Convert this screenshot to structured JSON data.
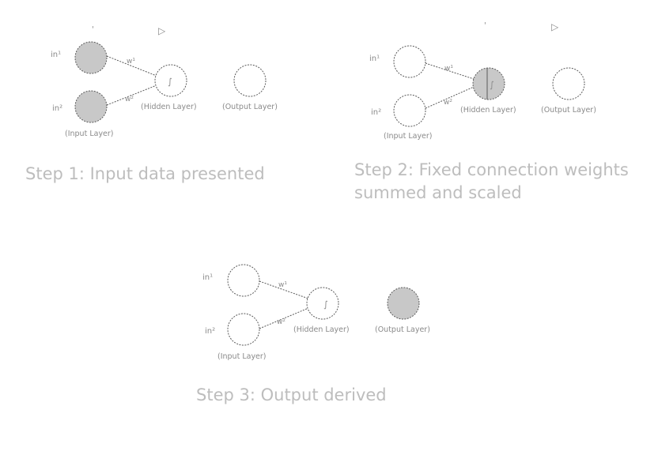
{
  "labels": {
    "input_1": "in¹",
    "input_2": "in²",
    "weight_1": "w¹",
    "weight_2": "w²",
    "activation": "∫",
    "hidden_layer": "(Hidden Layer)",
    "output_layer": "(Output Layer)",
    "input_layer": "(Input Layer)",
    "tick": "'",
    "arrow": "▷"
  },
  "steps": [
    {
      "caption": "Step 1: Input data presented",
      "highlight": "input"
    },
    {
      "caption": "Step 2: Fixed connection weights summed and scaled",
      "highlight": "hidden"
    },
    {
      "caption": "Step 3: Output derived",
      "highlight": "output"
    }
  ],
  "colors": {
    "node_stroke": "#5a5a5a",
    "node_fill": "#ffffff",
    "active_fill": "#c8c8c8",
    "edge": "#5a5a5a",
    "caption": "#bdbdbd"
  }
}
